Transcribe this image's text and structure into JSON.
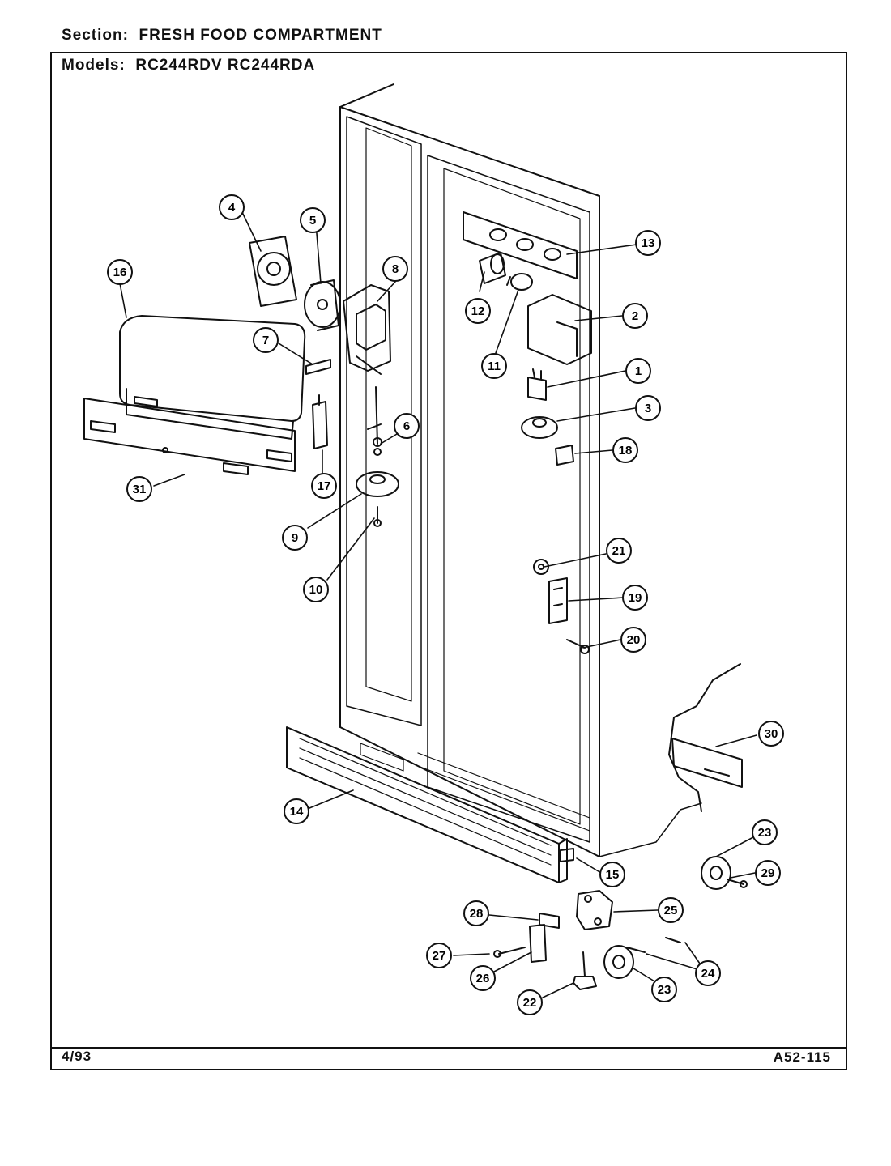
{
  "header": {
    "section_label": "Section:",
    "section_value": "FRESH FOOD COMPARTMENT",
    "models_label": "Models:",
    "models_value": "RC244RDV RC244RDA"
  },
  "footer": {
    "date": "4/93",
    "code": "A52-115"
  },
  "callouts": [
    "1",
    "2",
    "3",
    "4",
    "5",
    "6",
    "7",
    "8",
    "9",
    "10",
    "11",
    "12",
    "13",
    "14",
    "15",
    "16",
    "17",
    "18",
    "19",
    "20",
    "21",
    "22",
    "23",
    "23",
    "24",
    "25",
    "26",
    "27",
    "28",
    "29",
    "30",
    "31"
  ]
}
